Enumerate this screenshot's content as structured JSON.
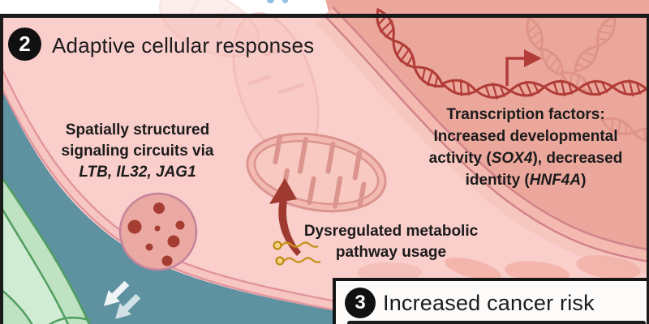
{
  "figure": {
    "steps": [
      {
        "number": "2",
        "label": "Adaptive cellular responses"
      },
      {
        "number": "3",
        "label": "Increased cancer risk"
      }
    ],
    "annotations": {
      "signaling": {
        "line1": "Spatially structured",
        "line2": "signaling circuits via",
        "genes": "LTB, IL32, JAG1"
      },
      "metabolic": {
        "line1": "Dysregulated metabolic",
        "line2": "pathway usage"
      },
      "transcription": {
        "line1": "Transcription factors:",
        "line2": "Increased developmental",
        "line3_pre": "activity (",
        "line3_gene": "SOX4",
        "line3_post": "), decreased",
        "line4_pre": "identity (",
        "line4_gene": "HNF4A",
        "line4_post": ")"
      }
    },
    "icons": {
      "dna": "dna-helix-icon",
      "transcription_start": "transcription-start-arrow-icon",
      "mitochondrion": "mitochondrion-icon",
      "signaling_circuit": "signaling-circuit-dots-icon",
      "lipids": "lipid-squiggle-icon",
      "metabolic_arrow": "curved-arrow-icon",
      "invasion": "invasion-arrows-icon"
    },
    "colors": {
      "cytoplasm_pink": "#f9cecb",
      "nucleus_salmon": "#eba79b",
      "dna_dark_red": "#a83a31",
      "matrix_teal": "#5e92a1",
      "stroma_green": "#d1ecd4",
      "stroma_green_line": "#4f9e5f",
      "membrane_rose": "#e0929c",
      "lipid_yellow": "#c8941c",
      "badge_black": "#111111",
      "risk_box_white": "#fdfbfa"
    }
  }
}
